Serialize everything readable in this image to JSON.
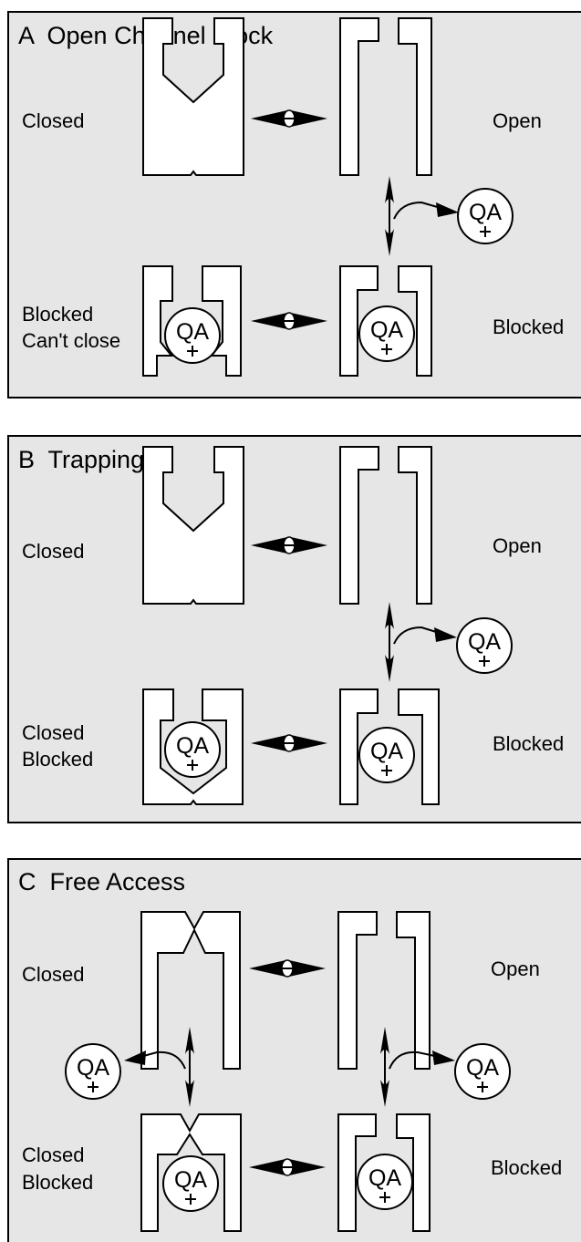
{
  "panels": [
    {
      "title": "A  Open Channel Block",
      "labels": {
        "top_left": "Closed",
        "top_right": "Open",
        "bottom_left_1": "Blocked",
        "bottom_left_2": "Can't close",
        "bottom_right": "Blocked"
      }
    },
    {
      "title": "B  Trapping",
      "labels": {
        "top_left": "Closed",
        "top_right": "Open",
        "bottom_left_1": "Closed",
        "bottom_left_2": "Blocked",
        "bottom_right": "Blocked"
      }
    },
    {
      "title": "C  Free Access",
      "labels": {
        "top_left": "Closed",
        "top_right": "Open",
        "bottom_left_1": "Closed",
        "bottom_left_2": "Blocked",
        "bottom_right": "Blocked"
      }
    }
  ],
  "drug": {
    "name": "QA",
    "charge": "+"
  }
}
